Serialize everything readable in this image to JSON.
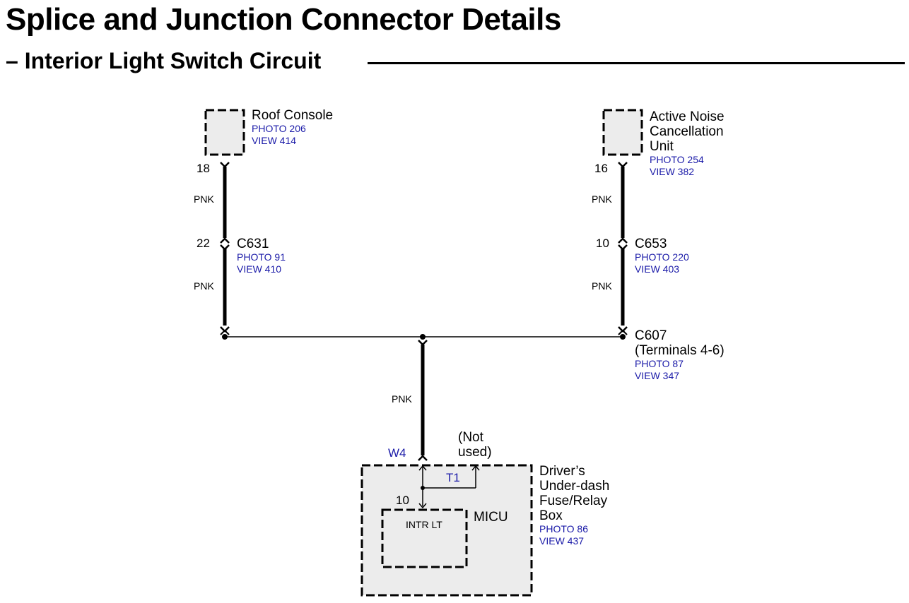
{
  "page": {
    "title": "Splice and Junction Connector Details",
    "subtitle": "– Interior Light Switch Circuit"
  },
  "components": {
    "roof_console": {
      "name": "Roof Console",
      "photo": "PHOTO 206",
      "view": "VIEW 414"
    },
    "anc_unit": {
      "name_line1": "Active Noise",
      "name_line2": "Cancellation",
      "name_line3": "Unit",
      "photo": "PHOTO 254",
      "view": "VIEW 382"
    },
    "fuse_box": {
      "name_line1": "Driver’s",
      "name_line2": "Under-dash",
      "name_line3": "Fuse/Relay",
      "name_line4": "Box",
      "photo": "PHOTO 86",
      "view": "VIEW 437"
    },
    "micu": {
      "name": "MICU",
      "inner_label": "INTR LT"
    }
  },
  "connectors": {
    "c631": {
      "name": "C631",
      "photo": "PHOTO 91",
      "view": "VIEW 410",
      "pin": "22"
    },
    "c653": {
      "name": "C653",
      "photo": "PHOTO 220",
      "view": "VIEW 403",
      "pin": "10"
    },
    "c607": {
      "name": "C607",
      "detail": "(Terminals 4-6)",
      "photo": "PHOTO 87",
      "view": "VIEW 347"
    }
  },
  "pins": {
    "roof_console_pin": "18",
    "anc_pin": "16",
    "micu_pin": "10",
    "w4": "W4",
    "t1": "T1",
    "not_used_line1": "(Not",
    "not_used_line2": "used)"
  },
  "wires": {
    "left_upper": "PNK",
    "left_lower": "PNK",
    "right_upper": "PNK",
    "right_lower": "PNK",
    "center": "PNK"
  },
  "colors": {
    "reference_text": "#1a1aa8",
    "component_fill": "#ececec",
    "wire": "#000000"
  }
}
